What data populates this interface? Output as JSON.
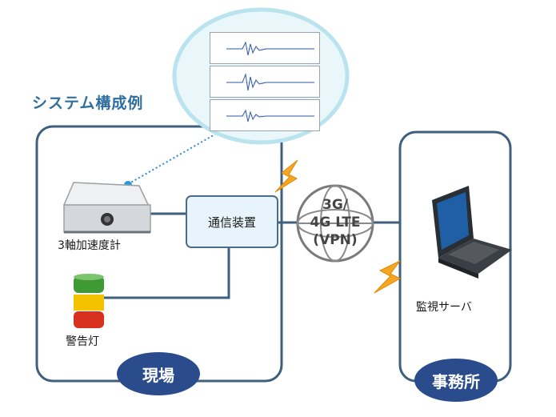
{
  "title": "システム構成例",
  "site": {
    "label": "現場"
  },
  "office": {
    "label": "事務所"
  },
  "devices": {
    "accelerometer": "3軸加速度計",
    "comm_unit": "通信装置",
    "warning_light": "警告灯",
    "server": "監視サーバ"
  },
  "network": {
    "line1": "3G/",
    "line2": "4G LTE",
    "line3": "(VPN)"
  },
  "colors": {
    "frame": "#3f5f7e",
    "title": "#2f6f9f",
    "oval": "#2a4b8c",
    "bubble": "#b9e3ee",
    "lightning": "#f5a623",
    "light_green": "#3f9a35",
    "light_yellow": "#f3c200",
    "light_red": "#d7301f"
  }
}
